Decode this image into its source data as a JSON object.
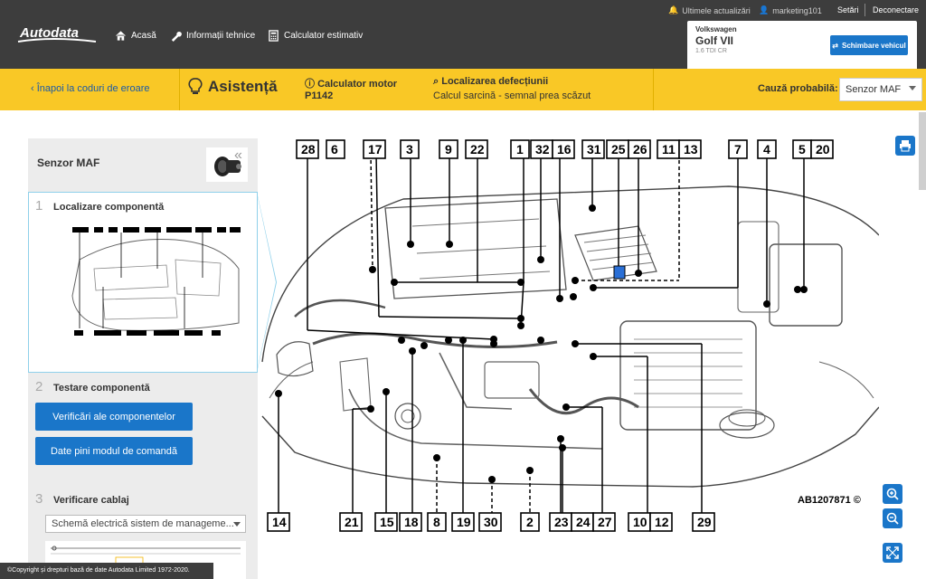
{
  "app": {
    "logo": "Autodata",
    "nav": [
      "Acasă",
      "Informații tehnice",
      "Calculator estimativ"
    ],
    "utility": {
      "updates": "Ultimele actualizări",
      "user": "marketing101",
      "settings": "Setări",
      "logout": "Deconectare"
    }
  },
  "vehicle": {
    "make": "Volkswagen",
    "model": "Golf VII",
    "engine": "1.6 TDI CR",
    "change_label": "Schimbare vehicul"
  },
  "toolbar": {
    "back_label": "Înapoi la coduri de eroare",
    "assist_label": "Asistență",
    "calc_title": "Calculator motor",
    "calc_code": "P1142",
    "fault_title": "Localizarea defecțiunii",
    "fault_desc": "Calcul sarcină - semnal prea scăzut",
    "cause_label": "Cauză probabilă:",
    "cause_value": "Senzor MAF"
  },
  "panel": {
    "title": "Senzor MAF",
    "steps": [
      {
        "num": "1",
        "title": "Localizare componentă"
      },
      {
        "num": "2",
        "title": "Testare componentă"
      },
      {
        "num": "3",
        "title": "Verificare cablaj"
      }
    ],
    "buttons": [
      "Verificări ale componentelor",
      "Date pini modul de comandă"
    ],
    "schema_value": "Schemă electrică sistem de manageme...",
    "copyright": "©Copyright și drepturi bază de date Autodata Limited 1972-2020."
  },
  "diagram": {
    "ref": "AB1207871 ©",
    "top_labels": [
      "28",
      "6",
      "17",
      "3",
      "9",
      "22",
      "1",
      "32",
      "16",
      "31",
      "25",
      "26",
      "11",
      "13",
      "7",
      "4",
      "5",
      "20"
    ],
    "bottom_labels": [
      "14",
      "21",
      "15",
      "18",
      "8",
      "19",
      "30",
      "2",
      "23",
      "24",
      "27",
      "10",
      "12",
      "29"
    ]
  },
  "colors": {
    "nav_bg": "#3d3d3d",
    "accent_yellow": "#f9c826",
    "primary_blue": "#1a76c9"
  }
}
